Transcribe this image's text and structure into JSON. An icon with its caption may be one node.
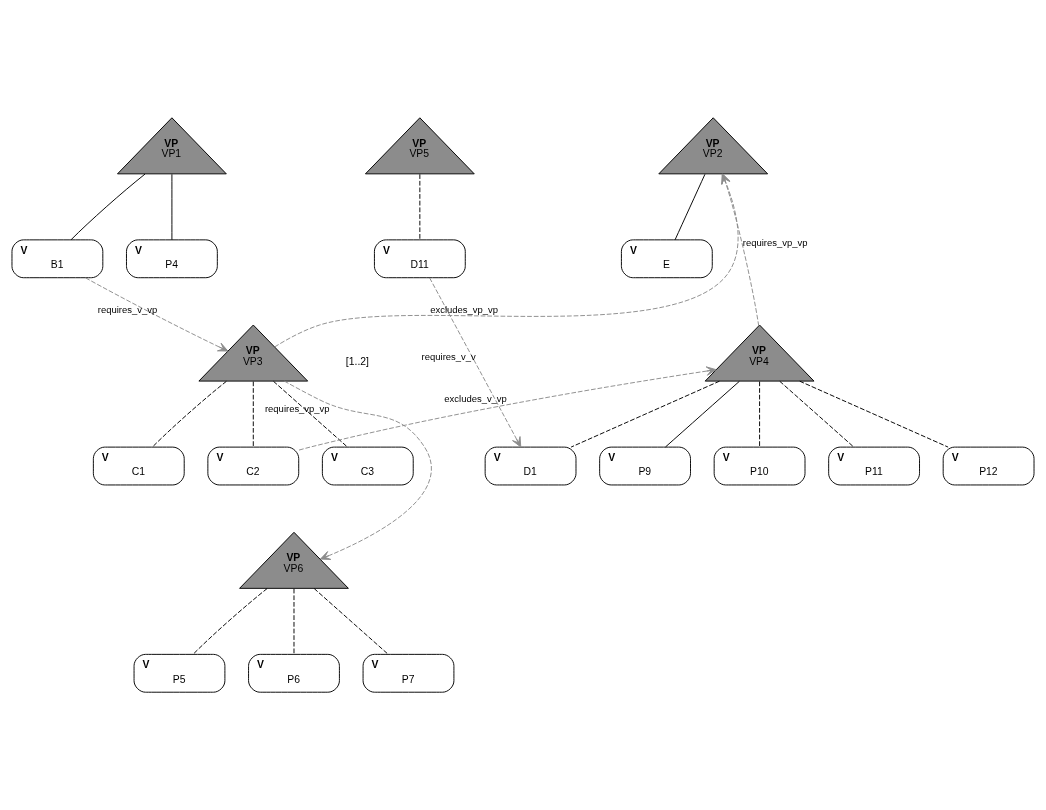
{
  "diagram": {
    "nodes": [
      {
        "text": [
          "VP",
          "VP1"
        ]
      },
      {
        "text": [
          "VP",
          "VP5"
        ]
      },
      {
        "text": [
          "VP",
          "VP2"
        ]
      },
      {
        "text": [
          "V",
          "B1"
        ]
      },
      {
        "text": [
          "V",
          "P4"
        ]
      },
      {
        "text": [
          "V",
          "D11"
        ]
      },
      {
        "text": [
          "V",
          "E"
        ]
      },
      {
        "text": [
          "VP",
          "VP3"
        ]
      },
      {
        "text": [
          "VP",
          "VP4"
        ]
      },
      {
        "text": [
          "V",
          "C1"
        ]
      },
      {
        "text": [
          "V",
          "C2"
        ]
      },
      {
        "text": [
          "V",
          "C3"
        ]
      },
      {
        "text": [
          "V",
          "D1"
        ]
      },
      {
        "text": [
          "V",
          "P9"
        ]
      },
      {
        "text": [
          "V",
          "P10"
        ]
      },
      {
        "text": [
          "V",
          "P11"
        ]
      },
      {
        "text": [
          "V",
          "P12"
        ]
      },
      {
        "text": [
          "VP",
          "VP6"
        ]
      },
      {
        "text": [
          "V",
          "P5"
        ]
      },
      {
        "text": [
          "V",
          "P6"
        ]
      },
      {
        "text": [
          "V",
          "P7"
        ]
      }
    ],
    "edges": [
      {
        "from": 0,
        "to": 3,
        "arrow": "none"
      },
      {
        "from": 0,
        "to": 4,
        "arrow": "none"
      },
      {
        "from": 1,
        "to": 5,
        "arrow": "none",
        "style": "dashed"
      },
      {
        "from": 2,
        "to": 6,
        "arrow": "none"
      },
      {
        "from": 3,
        "to": 7,
        "arrow": "to",
        "label": "requires_v_vp",
        "style": "dashed",
        "color": "#8c8c8c"
      },
      {
        "from": 7,
        "to": 2,
        "arrow": "to",
        "label": "excludes_vp_vp",
        "style": "dashed",
        "color": "#8c8c8c"
      },
      {
        "from": 5,
        "to": 12,
        "arrow": "to",
        "label": "requires_v_v",
        "style": "dashed",
        "color": "#8c8c8c"
      },
      {
        "from": 8,
        "to": 2,
        "arrow": "to",
        "label": "requires_vp_vp",
        "style": "dashed",
        "color": "#8c8c8c"
      },
      {
        "from": 7,
        "to": 9,
        "arrow": "none",
        "style": "dashed"
      },
      {
        "from": 7,
        "to": 10,
        "arrow": "none",
        "style": "dashed"
      },
      {
        "from": 7,
        "to": 11,
        "arrow": "none",
        "style": "dashed"
      },
      {
        "from": 8,
        "to": 12,
        "arrow": "none",
        "style": "dashed"
      },
      {
        "from": 8,
        "to": 13,
        "arrow": "none"
      },
      {
        "from": 8,
        "to": 14,
        "arrow": "none",
        "style": "dashed"
      },
      {
        "from": 8,
        "to": 15,
        "arrow": "none",
        "style": "dashed"
      },
      {
        "from": 8,
        "to": 16,
        "arrow": "none",
        "style": "dashed"
      },
      {
        "from": 10,
        "to": 8,
        "arrow": "to",
        "label": "excludes_v_vp",
        "style": "dashed",
        "color": "#8c8c8c"
      },
      {
        "from": 7,
        "to": 17,
        "arrow": "to",
        "label": "requires_vp_vp",
        "style": "dashed",
        "color": "#8c8c8c"
      },
      {
        "from": 17,
        "to": 18,
        "arrow": "none",
        "style": "dashed"
      },
      {
        "from": 17,
        "to": 19,
        "arrow": "none",
        "style": "dashed"
      },
      {
        "from": 17,
        "to": 20,
        "arrow": "none",
        "style": "dashed"
      }
    ],
    "labels": [
      "[1..2]"
    ]
  }
}
